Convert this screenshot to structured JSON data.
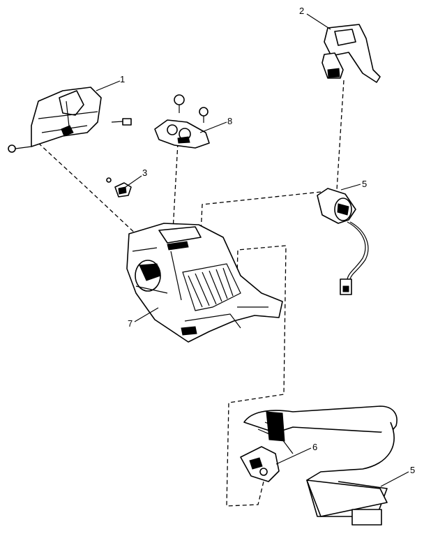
{
  "callouts": {
    "c1": "1",
    "c2": "2",
    "c3": "3",
    "c5a": "5",
    "c5b": "5",
    "c6": "6",
    "c7": "7",
    "c8": "8"
  }
}
